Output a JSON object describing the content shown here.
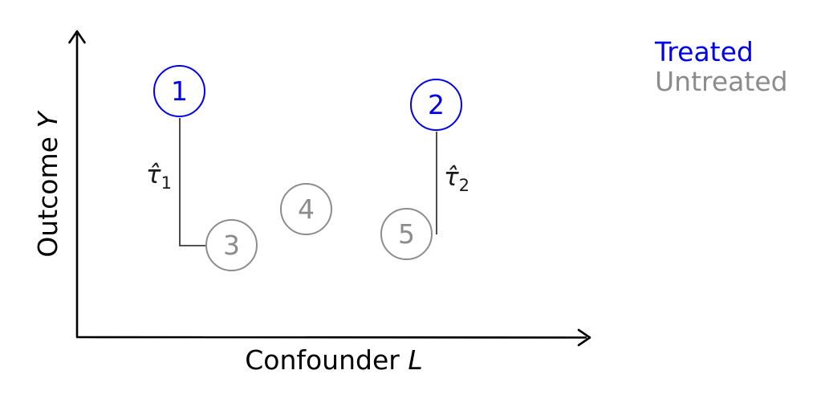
{
  "axes": {
    "y": {
      "text": "Outcome",
      "variable": "Y"
    },
    "x": {
      "text": "Confounder",
      "variable": "L"
    }
  },
  "legend": {
    "items": [
      {
        "label": "Treated",
        "color": "#0000ee"
      },
      {
        "label": "Untreated",
        "color": "#8c8c8c"
      }
    ]
  },
  "chart_data": {
    "type": "scatter",
    "title": "",
    "xlabel": "Confounder L",
    "ylabel": "Outcome Y",
    "axis_ticks": "none",
    "legend_position": "top-right",
    "points": [
      {
        "label": "1",
        "group": "Treated",
        "x_rel": 0.2,
        "y_rel": 0.8
      },
      {
        "label": "2",
        "group": "Treated",
        "x_rel": 0.7,
        "y_rel": 0.76
      },
      {
        "label": "3",
        "group": "Untreated",
        "x_rel": 0.3,
        "y_rel": 0.3
      },
      {
        "label": "4",
        "group": "Untreated",
        "x_rel": 0.45,
        "y_rel": 0.42
      },
      {
        "label": "5",
        "group": "Untreated",
        "x_rel": 0.64,
        "y_rel": 0.34
      }
    ],
    "connectors": [
      {
        "from": "1",
        "to": "3"
      },
      {
        "from": "2",
        "to": "5"
      }
    ],
    "annotations": [
      {
        "symbol": "τ̂",
        "subscript": "1"
      },
      {
        "symbol": "τ̂",
        "subscript": "2"
      }
    ]
  },
  "colors": {
    "treated": "#0000ee",
    "untreated": "#8c8c8c",
    "axis": "#000000",
    "connector": "#3a3a3a"
  }
}
